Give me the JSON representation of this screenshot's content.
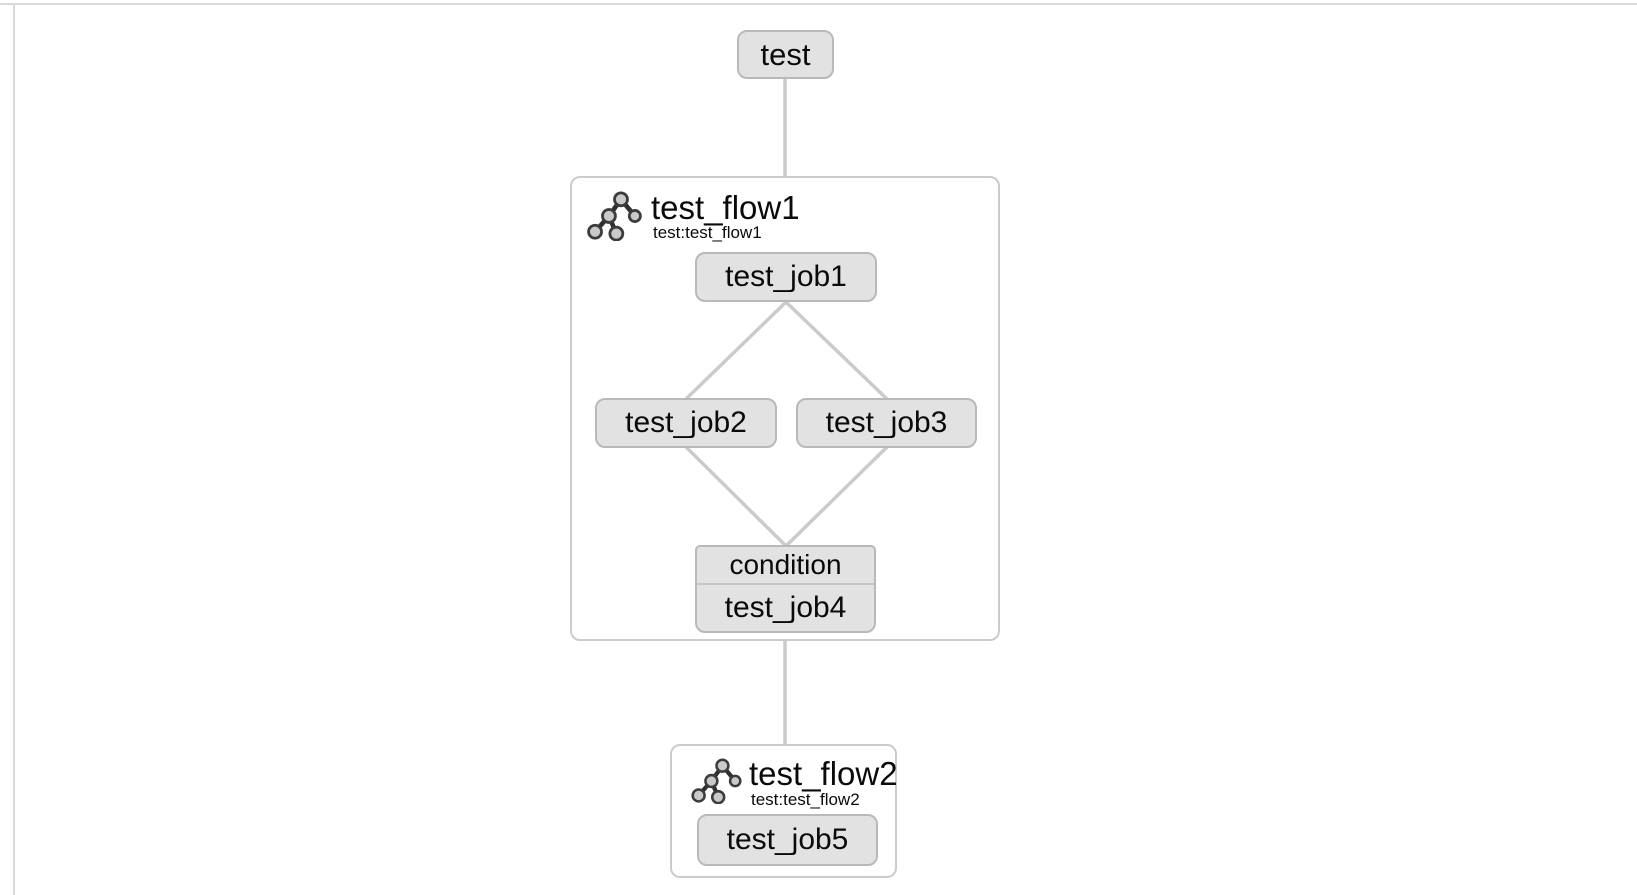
{
  "diagram": {
    "root_node": {
      "label": "test"
    },
    "flow1": {
      "title": "test_flow1",
      "subtitle": "test:test_flow1",
      "jobs": {
        "job1": "test_job1",
        "job2": "test_job2",
        "job3": "test_job3",
        "condition": "condition",
        "job4": "test_job4"
      }
    },
    "flow2": {
      "title": "test_flow2",
      "subtitle": "test:test_flow2",
      "jobs": {
        "job5": "test_job5"
      }
    }
  },
  "colors": {
    "node_fill": "#e2e2e2",
    "node_border": "#b9b9b9",
    "edge": "#cbcbcb",
    "container_border": "#cccccc",
    "panel_border": "#d9d9d9",
    "text": "#0a0a0a"
  }
}
